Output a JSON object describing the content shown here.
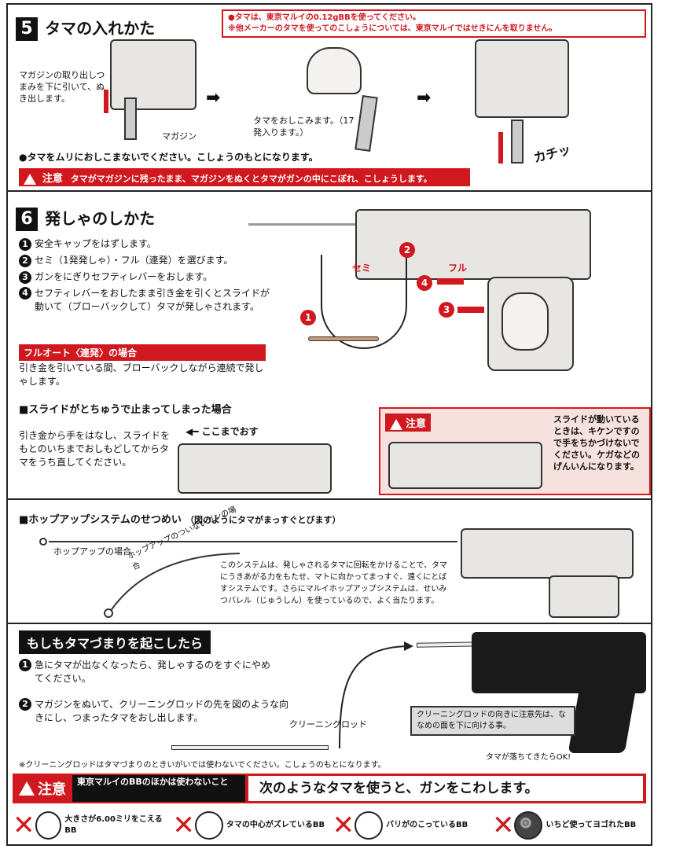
{
  "s5": {
    "num": "5",
    "title": "タマの入れかた",
    "notice_line1": "●タマは、東京マルイの0.12gBBを使ってください。",
    "notice_line2": "※他メーカーのタマを使ってのこしょうについては、東京マルイではせきにんを取りません。",
    "step1_text": "マガジンの取り出しつまみを下に引いて、ぬき出します。",
    "magazine_label": "マガジン",
    "step2_text": "タマをおしこみます。（17発入ります。）",
    "click_sound": "カチッ",
    "bullet_note": "●タマをムリにおしこまないでください。こしょうのもとになります。",
    "caution_label": "注意",
    "caution_text": "タマがマガジンに残ったまま、マガジンをぬくとタマがガンの中にこぼれ、こしょうします。"
  },
  "s6": {
    "num": "6",
    "title": "発しゃのしかた",
    "steps": [
      {
        "n": "1",
        "text": "安全キャップをはずします。"
      },
      {
        "n": "2",
        "text": "セミ（1発発しゃ）・フル（連発）を選びます。"
      },
      {
        "n": "3",
        "text": "ガンをにぎりセフティレバーをおします。"
      },
      {
        "n": "4",
        "text": "セフティレバーをおしたまま引き金を引くとスライドが動いて（ブローバックして）タマが発しゃされます。"
      }
    ],
    "fullauto_label": "フルオート〈連発〉の場合",
    "fullauto_text": "引き金を引いている間、ブローバックしながら連続で発しゃします。",
    "semi_label": "セミ",
    "full_label": "フル",
    "marker_1": "1",
    "marker_2": "2",
    "marker_3": "3",
    "marker_4": "4",
    "slide_stop_title": "■スライドがとちゅうで止まってしまった場合",
    "slide_stop_text": "引き金から手をはなし、スライドをもとのいちまでおしもどしてからタマをうち直してください。",
    "push_label": "ここまでおす",
    "caution_label": "注意",
    "caution_text": "スライドが動いているときは、キケンですので手をちかづけないでください。ケガなどのげんいんになります。"
  },
  "hop": {
    "title": "■ホップアップシステムのせつめい",
    "subtitle": "（図のようにタマがまっすぐとびます）",
    "with_hop": "ホップアップの場合",
    "without_hop": "ホップアップのついないガンの場合",
    "desc": "このシステムは、発しゃされるタマに回転をかけることで、タマにうきあがる力をもたせ、マトに向かってまっすぐ、遠くにとばすシステムです。さらにマルイホップアップシステムは、せいみつバレル（じゅうしん）を使っているので、よく当たります。"
  },
  "jam": {
    "title": "もしもタマづまりを起こしたら",
    "steps": [
      {
        "n": "1",
        "text": "急にタマが出なくなったら、発しゃするのをすぐにやめてください。"
      },
      {
        "n": "2",
        "text": "マガジンをぬいて、クリーニングロッドの先を図のような向きにし、つまったタマをおし出します。"
      }
    ],
    "rod_label": "クリーニングロッド",
    "rod_note": "クリーニングロッドの向きに注意先は、ななめの面を下に向ける事。",
    "ok_label": "タマが落ちてきたらOK!",
    "footnote": "※クリーニングロッドはタマづまりのときいがいでは使わないでください。こしょうのもとになります。"
  },
  "bottom": {
    "caution_label": "注意",
    "caution_sub": "東京マルイのBBのほかは使わないこと",
    "headline": "次のようなタマを使うと、ガンをこわします。",
    "bad_bbs": [
      {
        "text": "大きさが6.00ミリをこえるBB"
      },
      {
        "text": "タマの中心がズレているBB"
      },
      {
        "text": "バリがのこっているBB"
      },
      {
        "text": "いちど使ってヨゴれたBB"
      }
    ]
  },
  "colors": {
    "accent": "#d0181e",
    "ink": "#111111"
  }
}
